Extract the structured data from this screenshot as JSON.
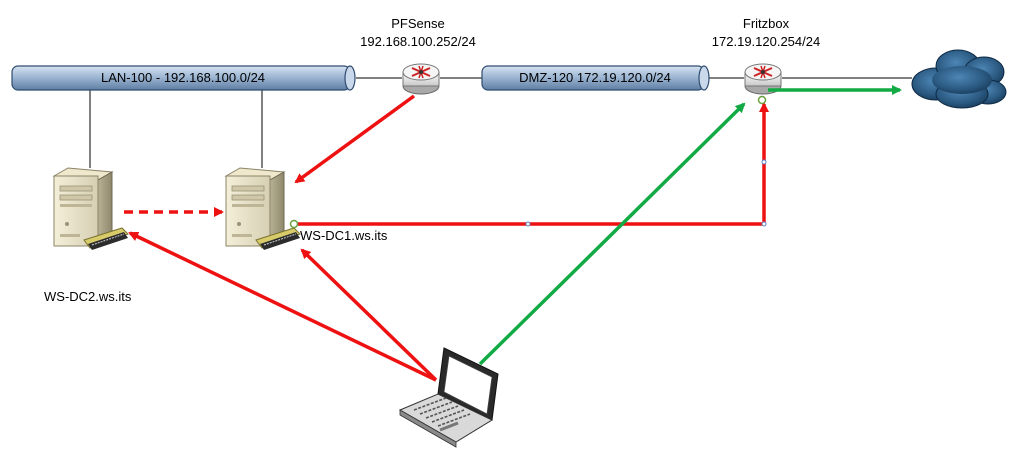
{
  "segments": {
    "lan": "LAN-100 - 192.168.100.0/24",
    "dmz": "DMZ-120 172.19.120.0/24"
  },
  "devices": {
    "pfsense": {
      "name": "PFSense",
      "ip": "192.168.100.252/24"
    },
    "fritzbox": {
      "name": "Fritzbox",
      "ip": "172.19.120.254/24"
    },
    "dc1": {
      "name": "WS-DC1.ws.its"
    },
    "dc2": {
      "name": "WS-DC2.ws.its"
    }
  },
  "colors": {
    "red_link": "#ee1111",
    "green_link": "#11aa44",
    "pipe_fill": "#8ea9c9",
    "cloud": "#2a5577"
  }
}
